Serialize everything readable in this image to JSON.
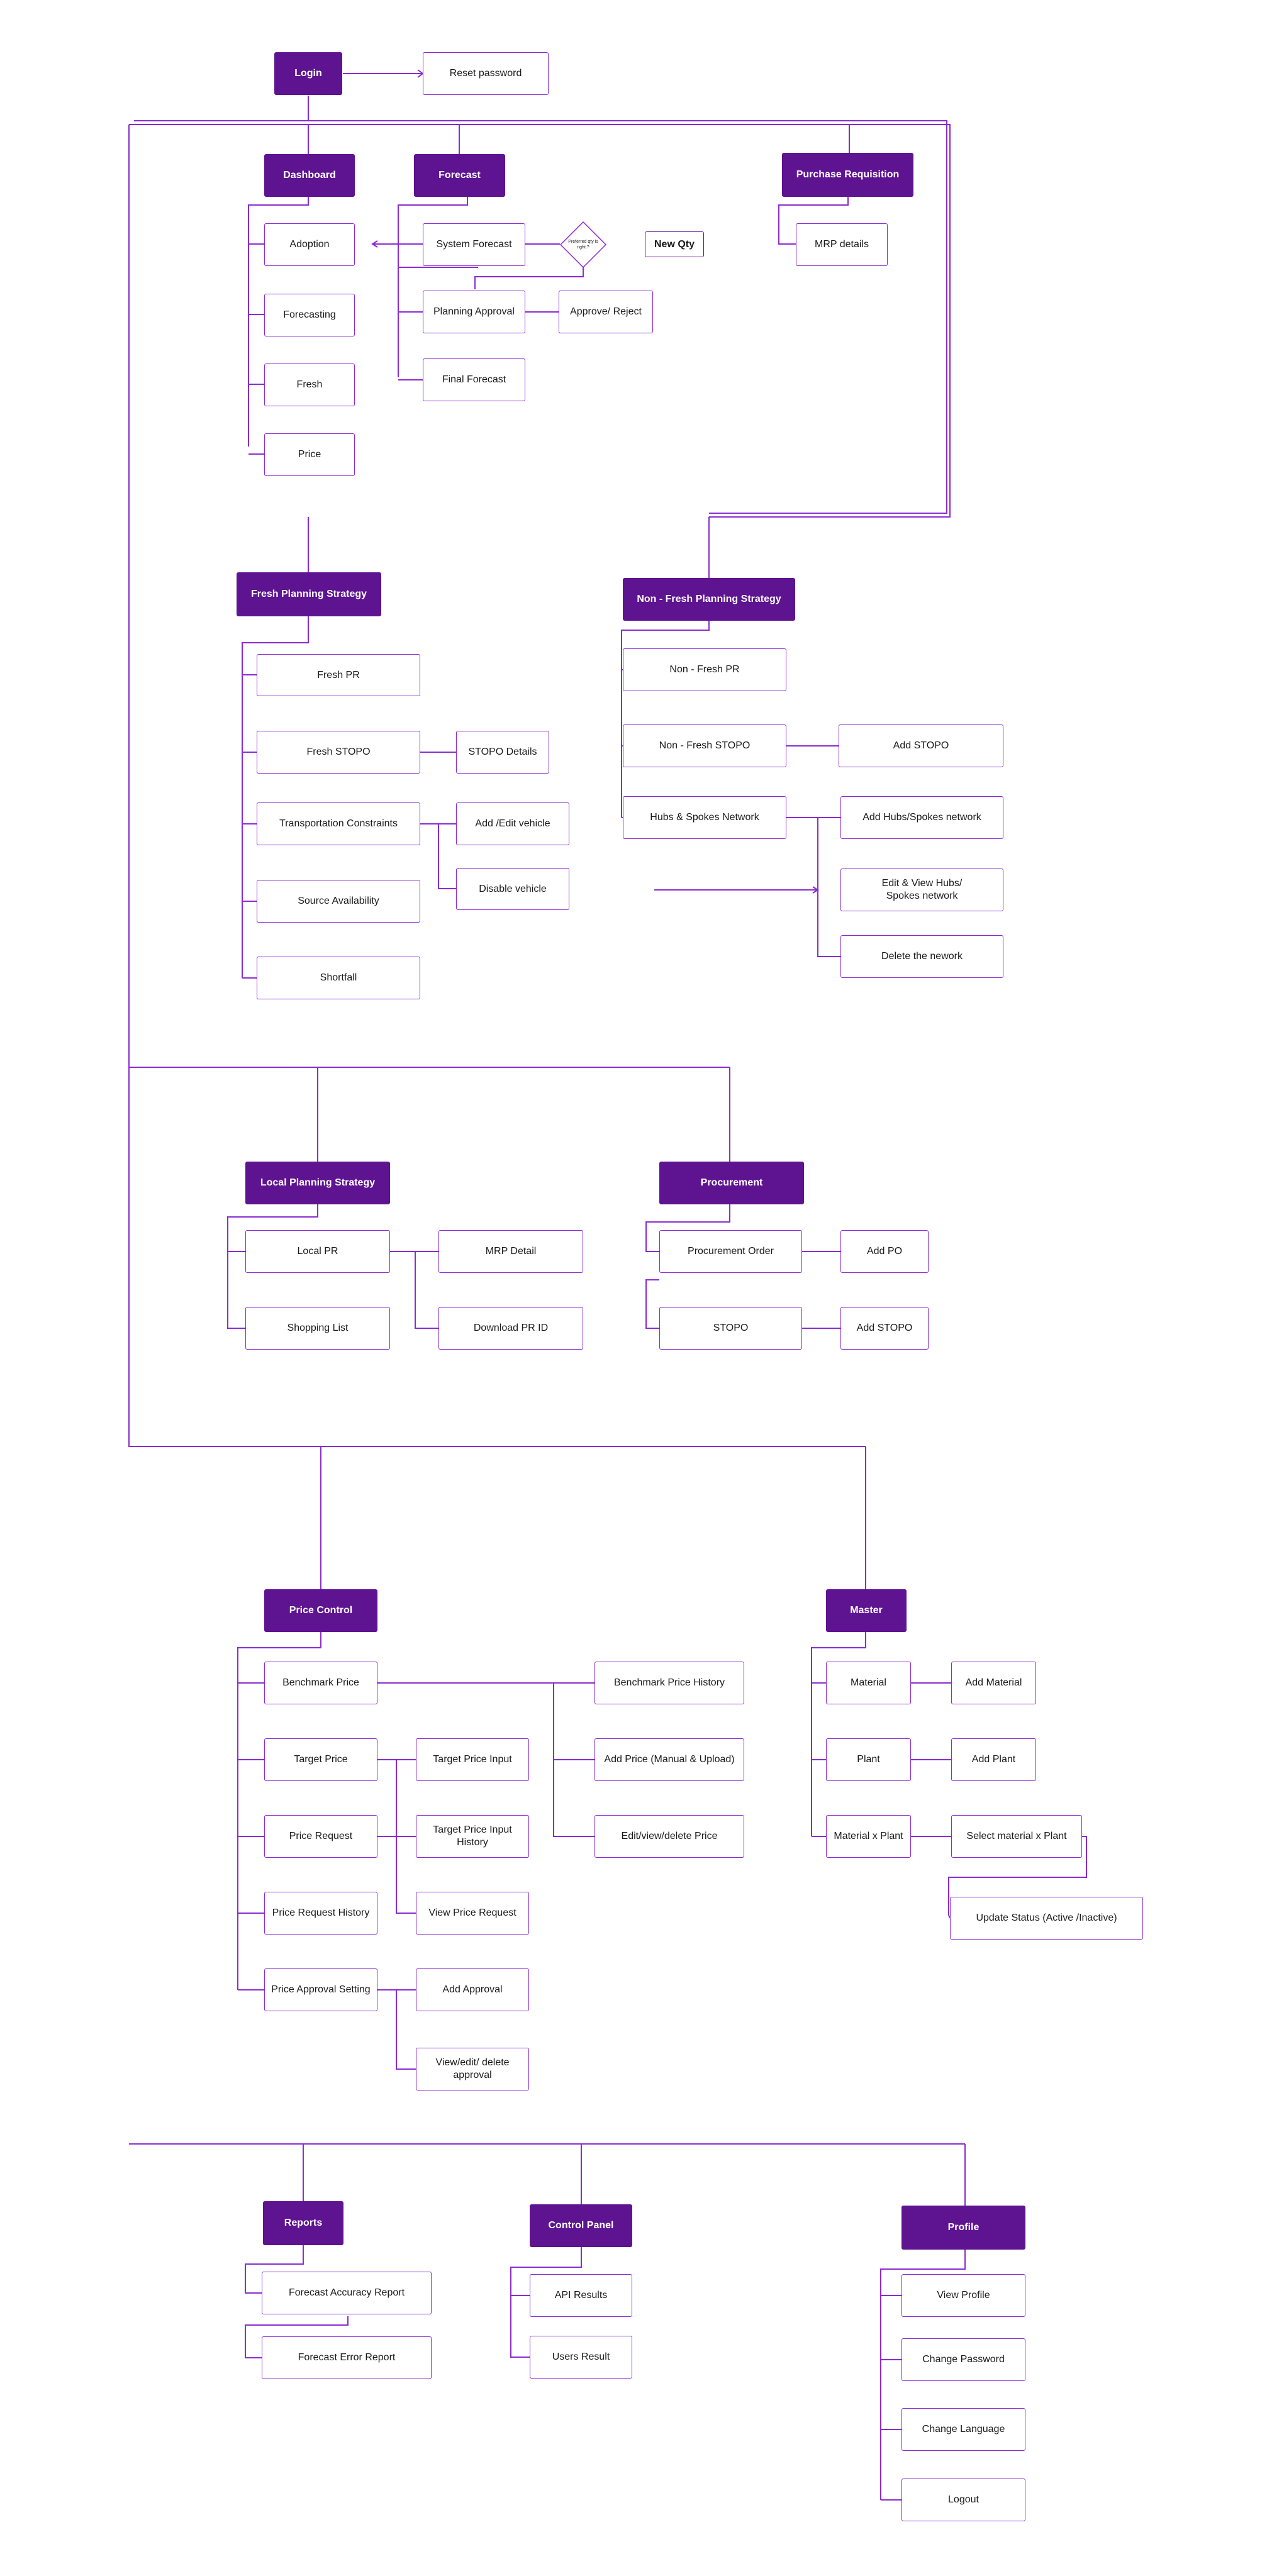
{
  "nodes": {
    "login": "Login",
    "reset_password": "Reset password",
    "dashboard": "Dashboard",
    "forecast": "Forecast",
    "purchase_requisition": "Purchase Requisition",
    "adoption": "Adoption",
    "forecasting": "Forecasting",
    "fresh": "Fresh",
    "price": "Price",
    "system_forecast": "System Forecast",
    "decision": "Preferred qty is right ?",
    "new_qty": "New Qty",
    "planning_approval": "Planning Approval",
    "approve_reject": "Approve/ Reject",
    "final_forecast": "Final Forecast",
    "mrp_details": "MRP details",
    "fresh_planning_strategy": "Fresh Planning Strategy",
    "non_fresh_planning_strategy": "Non - Fresh Planning Strategy",
    "fresh_pr": "Fresh PR",
    "fresh_stopo": "Fresh STOPO",
    "stopo_details": "STOPO Details",
    "transportation_constraints": "Transportation Constraints",
    "add_edit_vehicle": "Add /Edit vehicle",
    "disable_vehicle": "Disable vehicle",
    "source_availability": "Source Availability",
    "shortfall": "Shortfall",
    "non_fresh_pr": "Non - Fresh PR",
    "non_fresh_stopo": "Non - Fresh STOPO",
    "add_stopo_nf": "Add STOPO",
    "hubs_spokes_network": "Hubs & Spokes Network",
    "add_hubs_spokes_network": "Add Hubs/Spokes network",
    "edit_view_hubs": "Edit & View Hubs/\nSpokes network",
    "delete_network": "Delete the nework",
    "local_planning_strategy": "Local Planning Strategy",
    "procurement": "Procurement",
    "local_pr": "Local PR",
    "mrp_detail": "MRP Detail",
    "shopping_list": "Shopping List",
    "download_pr_id": "Download PR ID",
    "procurement_order": "Procurement Order",
    "add_po": "Add PO",
    "stopo": "STOPO",
    "add_stopo_proc": "Add STOPO",
    "price_control": "Price Control",
    "master": "Master",
    "benchmark_price": "Benchmark Price",
    "benchmark_price_history": "Benchmark Price History",
    "target_price": "Target Price",
    "target_price_input": "Target Price Input",
    "add_price": "Add Price (Manual & Upload)",
    "target_price_input_history": "Target Price Input\nHistory",
    "price_request": "Price Request",
    "edit_view_delete_price": "Edit/view/delete Price",
    "price_request_history": "Price Request History",
    "view_price_request": "View Price Request",
    "price_approval_setting": "Price Approval Setting",
    "add_approval": "Add Approval",
    "view_edit_delete_approval": "View/edit/ delete\napproval",
    "material": "Material",
    "add_material": "Add Material",
    "plant": "Plant",
    "add_plant": "Add Plant",
    "material_x_plant": "Material x Plant",
    "select_material_x_plant": "Select material x Plant",
    "update_status": "Update Status (Active /Inactive)",
    "reports": "Reports",
    "forecast_accuracy_report": "Forecast Accuracy Report",
    "forecast_error_report": "Forecast Error Report",
    "control_panel": "Control Panel",
    "api_results": "API Results",
    "users_result": "Users Result",
    "profile": "Profile",
    "view_profile": "View Profile",
    "change_password": "Change Password",
    "change_language": "Change Language",
    "logout": "Logout"
  },
  "colors": {
    "primary": "#5e1391",
    "line": "#8a2bd1",
    "node_border": "#8a2bd1",
    "background": "#ffffff"
  }
}
